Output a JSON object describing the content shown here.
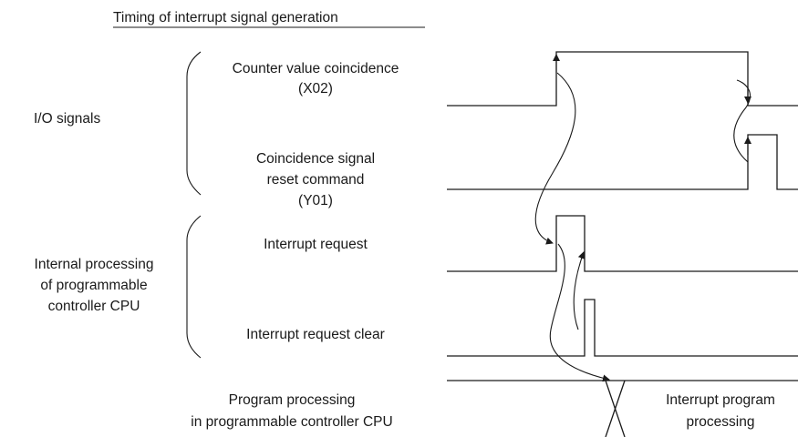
{
  "title": "Timing of interrupt signal generation",
  "groups": {
    "io": "I/O signals",
    "internal": [
      "Internal processing",
      "of programmable",
      "controller CPU"
    ]
  },
  "signals": {
    "counter": [
      "Counter value coincidence",
      "(X02)"
    ],
    "reset": [
      "Coincidence signal",
      "reset command",
      "(Y01)"
    ],
    "interrupt_request": "Interrupt request",
    "interrupt_clear": "Interrupt request clear",
    "program": [
      "Program processing",
      "in programmable controller CPU"
    ],
    "interrupt_program": [
      "Interrupt program",
      "processing"
    ]
  }
}
